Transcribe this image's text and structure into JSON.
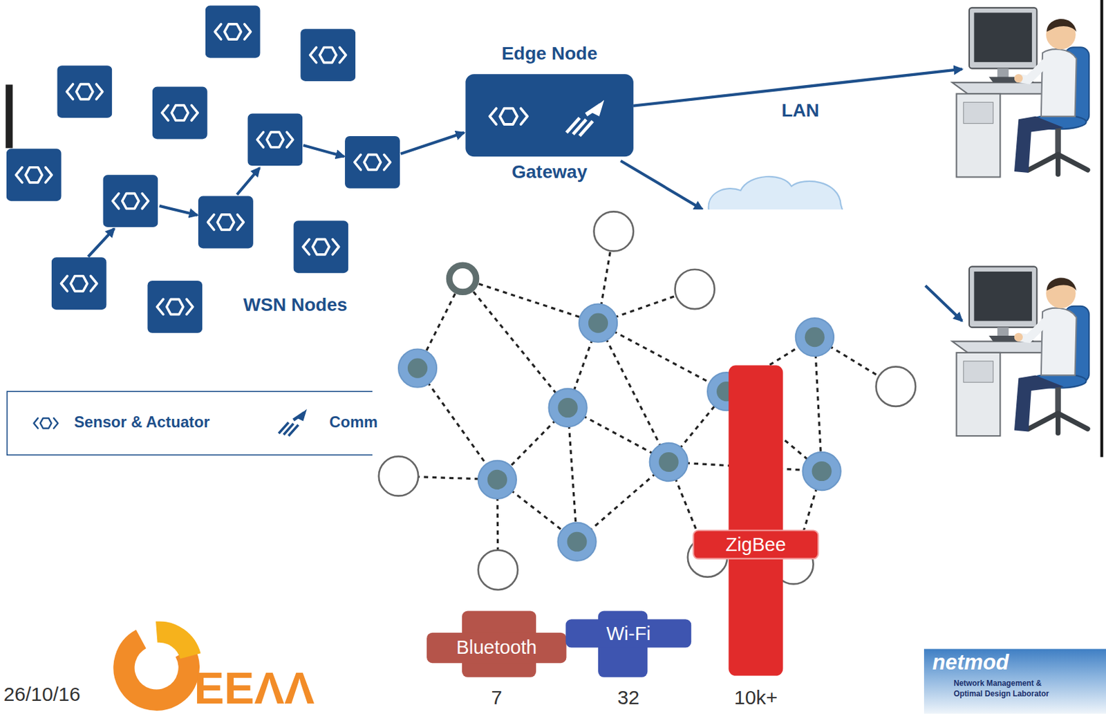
{
  "diagram": {
    "nodes": [
      {
        "text": [
          "Edge Node",
          "Gateway"
        ]
      },
      {
        "text": [
          "Bluetooth",
          "7"
        ]
      },
      {
        "text": [
          "Wi-Fi",
          "32"
        ]
      },
      {
        "text": [
          "ZigBee",
          "10k+"
        ]
      }
    ],
    "labels": [
      "WSN Nodes",
      "LAN",
      "26/10/16",
      "EEΛΛ",
      "netmod",
      "Network Management &",
      "Optimal Design Laborator"
    ],
    "legend": [
      {
        "text": "Sensor & Actuator"
      },
      {
        "text": "Comm"
      }
    ]
  }
}
